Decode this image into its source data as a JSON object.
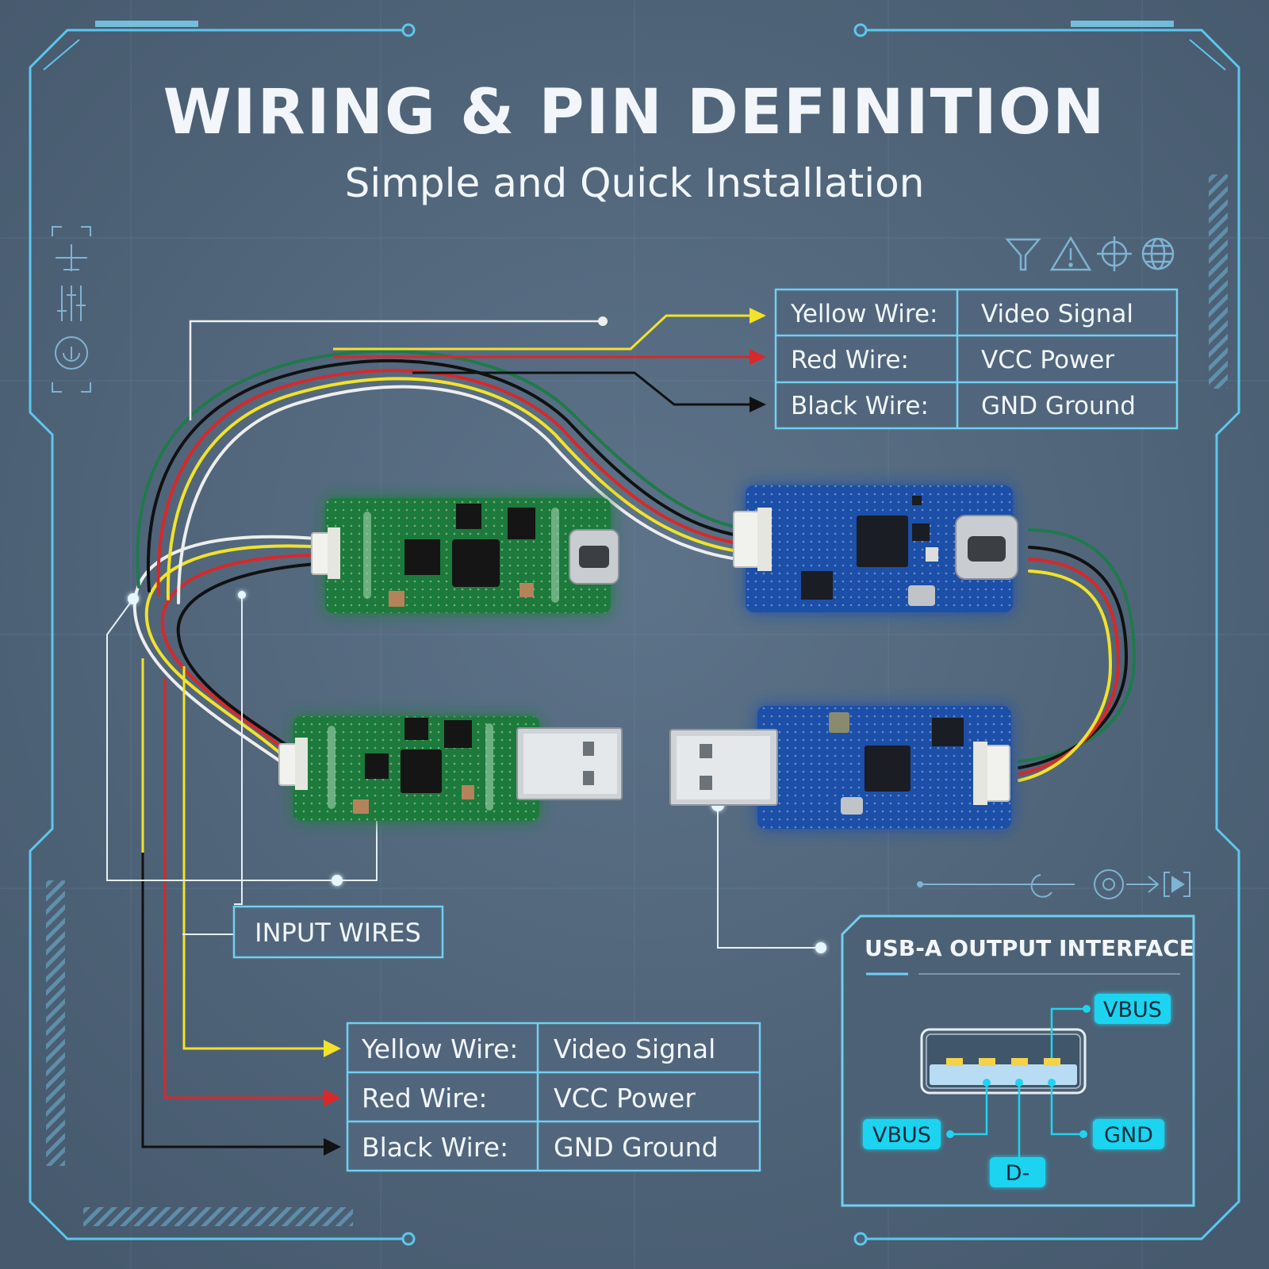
{
  "header": {
    "title": "WIRING & PIN DEFINITION",
    "subtitle": "Simple and Quick Installation"
  },
  "top_pin_table": {
    "rows": [
      {
        "wire": "Yellow Wire:",
        "function": "Video Signal"
      },
      {
        "wire": "Red Wire:",
        "function": "VCC Power"
      },
      {
        "wire": "Black Wire:",
        "function": "GND Ground"
      }
    ]
  },
  "bottom_pin_table": {
    "rows": [
      {
        "wire": "Yellow Wire:",
        "function": "Video Signal"
      },
      {
        "wire": "Red Wire:",
        "function": "VCC  Power"
      },
      {
        "wire": "Black Wire:",
        "function": "GND  Ground"
      }
    ]
  },
  "input_label": "INPUT WIRES",
  "usb_panel": {
    "title": "USB-A OUTPUT INTERFACE",
    "pins": {
      "top_right": "VBUS",
      "left": "VBUS",
      "right": "GND",
      "bottom": "D-"
    }
  },
  "icons": [
    "filter-icon",
    "warning-icon",
    "target-icon",
    "globe-icon",
    "ruler-icon",
    "slider-icon",
    "compass-icon",
    "gear-icon",
    "play-icon"
  ],
  "colors": {
    "background": "#4f6378",
    "frame": "#54c8f0",
    "wire_yellow": "#f2e22a",
    "wire_red": "#d8282a",
    "wire_black": "#111111",
    "wire_white": "#eeeeee",
    "wire_green": "#1f7a4c",
    "pin_badge": "#1fd4f0",
    "pcb_green": "#1f7a3e",
    "pcb_blue": "#1d4fa8"
  }
}
